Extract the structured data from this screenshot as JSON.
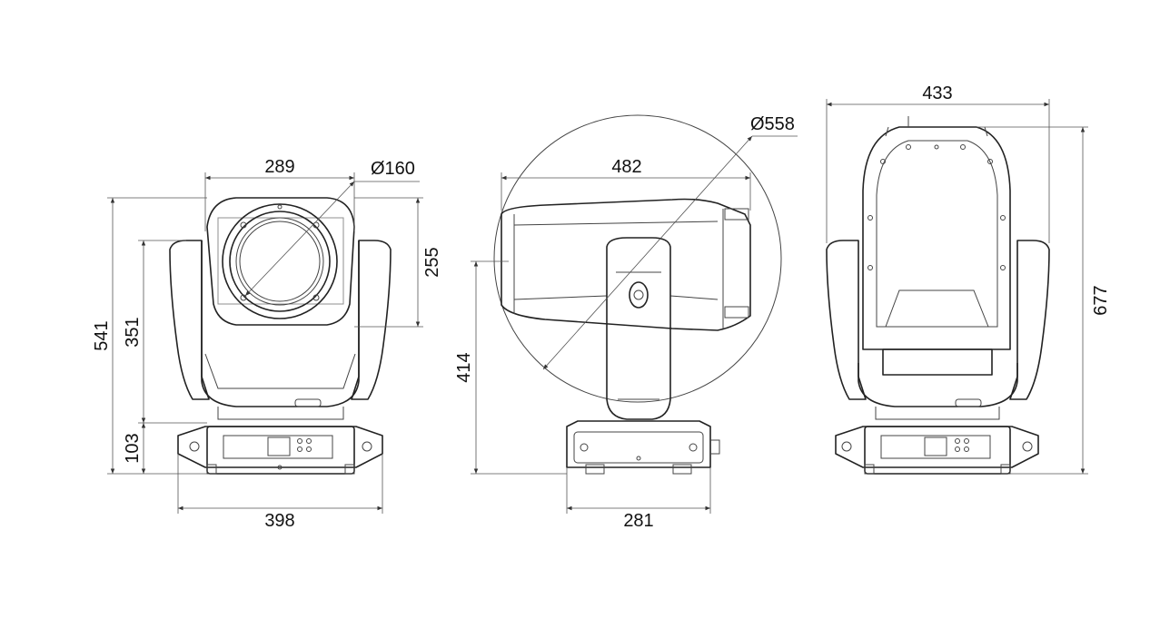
{
  "dimensions": {
    "front": {
      "head_width": "289",
      "lens_diameter": "Ø160",
      "head_height": "255",
      "total_height": "541",
      "arm_height": "351",
      "base_height": "103",
      "base_width": "398"
    },
    "side": {
      "head_length": "482",
      "swing_diameter": "Ø558",
      "pivot_height": "414",
      "base_depth": "281"
    },
    "rear": {
      "overall_width": "433",
      "overall_height": "677"
    }
  },
  "colors": {
    "line": "#222222",
    "dimension": "#555555",
    "background": "#ffffff"
  }
}
